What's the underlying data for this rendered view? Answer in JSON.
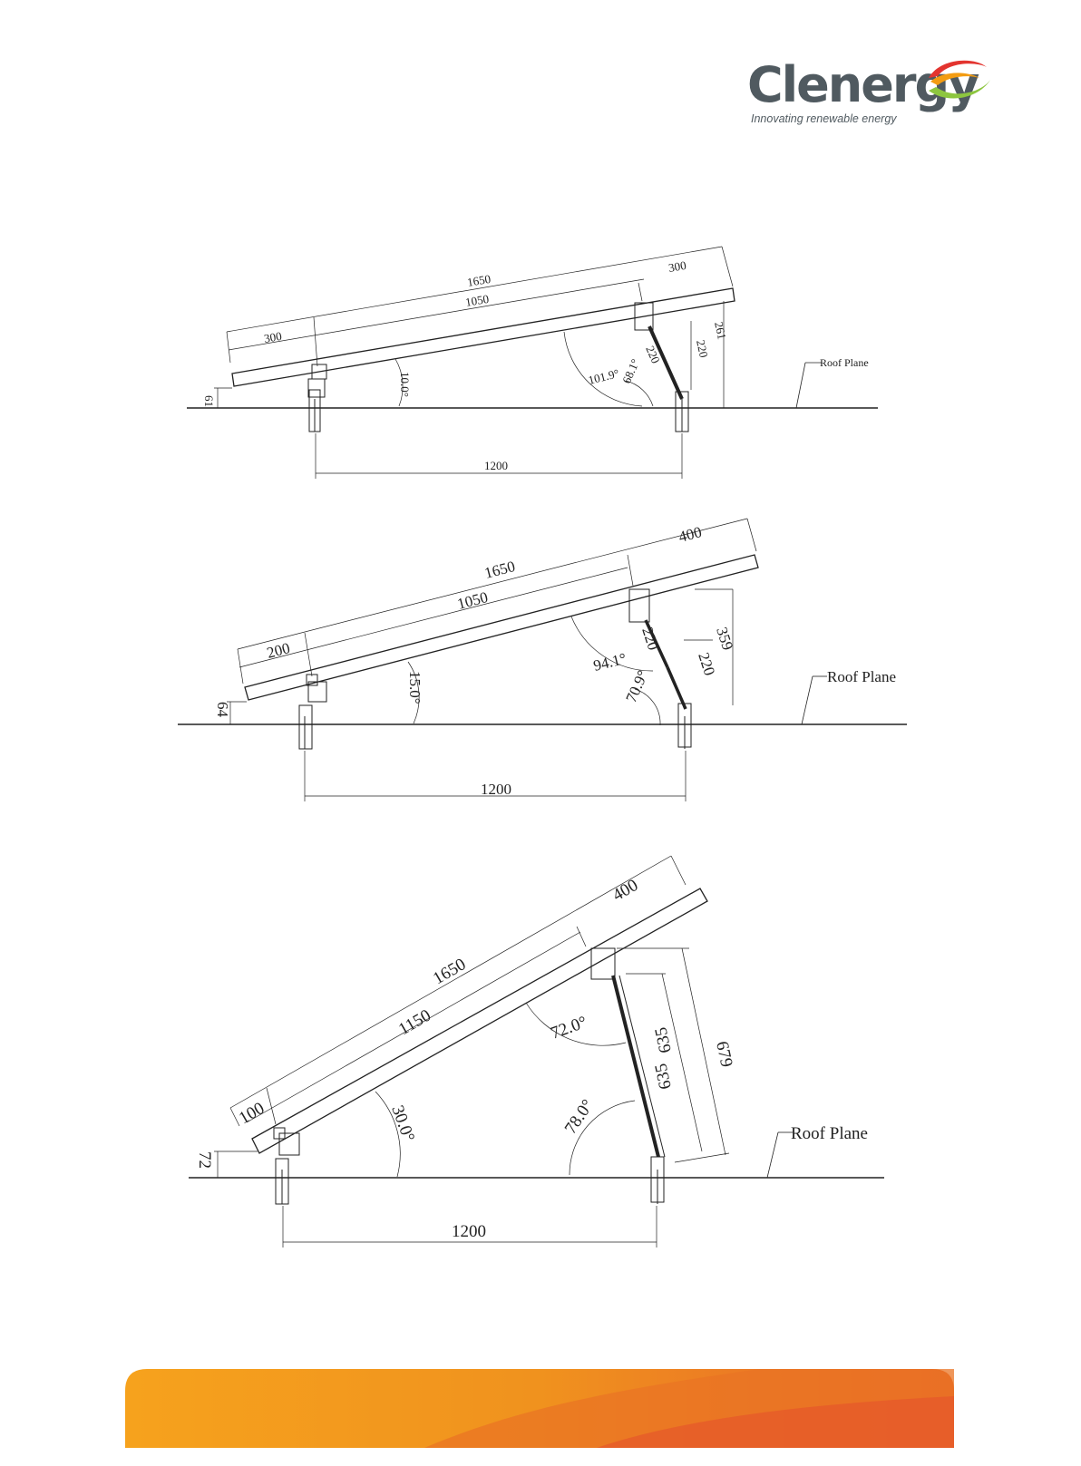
{
  "brand": {
    "name": "Clenergy",
    "tagline": "Innovating renewable energy",
    "colors": {
      "text": "#505a60",
      "swirl_red": "#e3342f",
      "swirl_orange": "#f39c12",
      "swirl_green": "#8dc63f",
      "footer": "#f08c1e"
    }
  },
  "diagrams": [
    {
      "panel_length": "1650",
      "rail_span": "1050",
      "front_overhang": "300",
      "rear_overhang": "300",
      "tilt_angle": "10.0°",
      "rear_leg_angle": "101.9°",
      "leg_ground_angle": "68.1°",
      "leg_upper": "220",
      "leg_lower": "220",
      "rear_height": "261",
      "front_height": "61",
      "base_span": "1200",
      "roof_plane_label": "Roof Plane"
    },
    {
      "panel_length": "1650",
      "rail_span": "1050",
      "front_overhang": "200",
      "rear_overhang": "400",
      "tilt_angle": "15.0°",
      "rear_leg_angle": "94.1°",
      "leg_ground_angle": "70.9°",
      "leg_upper": "220",
      "leg_lower": "220",
      "rear_height": "359",
      "front_height": "64",
      "base_span": "1200",
      "roof_plane_label": "Roof Plane"
    },
    {
      "panel_length": "1650",
      "rail_span": "1150",
      "front_overhang": "100",
      "rear_overhang": "400",
      "tilt_angle": "30.0°",
      "rear_leg_angle": "72.0°",
      "leg_ground_angle": "78.0°",
      "leg_upper": "635",
      "leg_lower": "635",
      "rear_height": "679",
      "front_height": "72",
      "base_span": "1200",
      "roof_plane_label": "Roof Plane"
    }
  ]
}
